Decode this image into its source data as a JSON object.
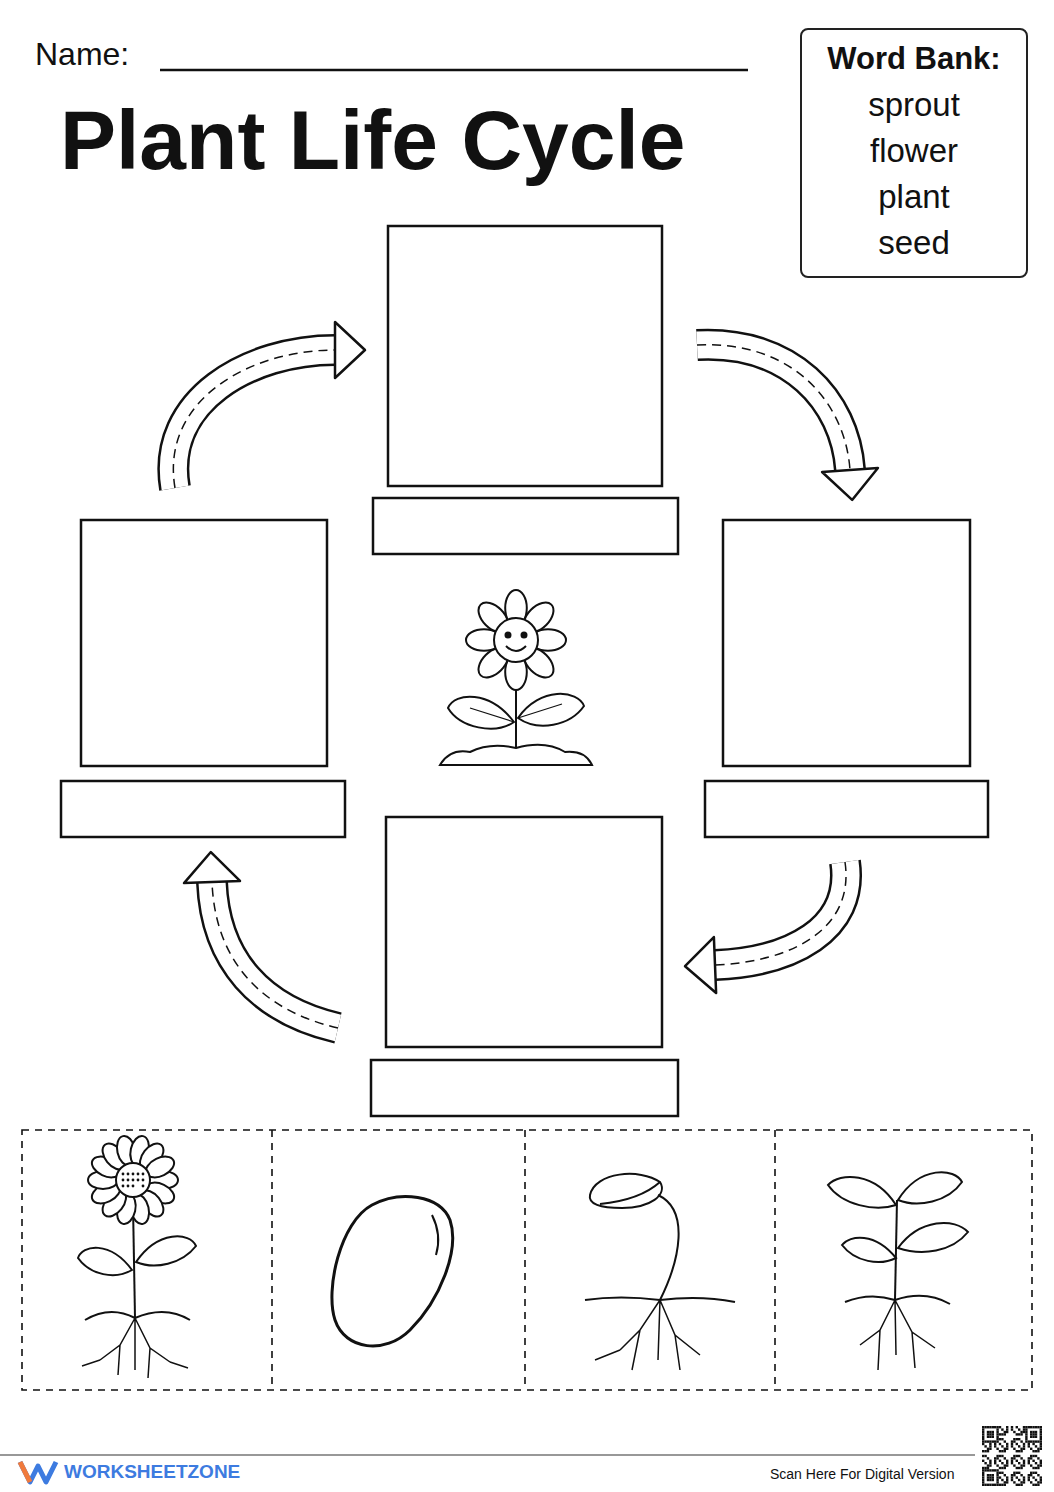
{
  "diagram": {
    "title": "Plant Life Cycle",
    "nodes": [
      {
        "text": [
          "Word Bank:",
          "sprout",
          "flower",
          "plant",
          "seed"
        ]
      }
    ],
    "labels": [
      "Name:",
      "WORKSHEETZONE",
      "Scan Here For Digital Version"
    ]
  }
}
